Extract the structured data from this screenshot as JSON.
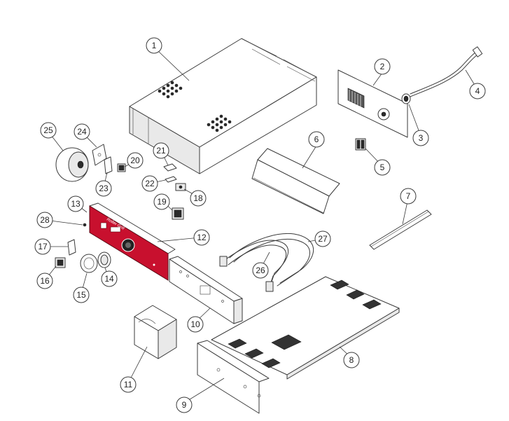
{
  "brand_label": "Roller Grill",
  "callouts": [
    {
      "id": "1",
      "label": "1"
    },
    {
      "id": "2",
      "label": "2"
    },
    {
      "id": "3",
      "label": "3"
    },
    {
      "id": "4",
      "label": "4"
    },
    {
      "id": "5",
      "label": "5"
    },
    {
      "id": "6",
      "label": "6"
    },
    {
      "id": "7",
      "label": "7"
    },
    {
      "id": "8",
      "label": "8"
    },
    {
      "id": "9",
      "label": "9"
    },
    {
      "id": "10",
      "label": "10"
    },
    {
      "id": "11",
      "label": "11"
    },
    {
      "id": "12",
      "label": "12"
    },
    {
      "id": "13",
      "label": "13"
    },
    {
      "id": "14",
      "label": "14"
    },
    {
      "id": "15",
      "label": "15"
    },
    {
      "id": "16",
      "label": "16"
    },
    {
      "id": "17",
      "label": "17"
    },
    {
      "id": "18",
      "label": "18"
    },
    {
      "id": "19",
      "label": "19"
    },
    {
      "id": "20",
      "label": "20"
    },
    {
      "id": "21",
      "label": "21"
    },
    {
      "id": "22",
      "label": "22"
    },
    {
      "id": "23",
      "label": "23"
    },
    {
      "id": "24",
      "label": "24"
    },
    {
      "id": "25",
      "label": "25"
    },
    {
      "id": "26",
      "label": "26"
    },
    {
      "id": "27",
      "label": "27"
    },
    {
      "id": "28",
      "label": "28"
    }
  ],
  "colors": {
    "panel_red": "#c8102e",
    "line": "#3a3a3a"
  }
}
